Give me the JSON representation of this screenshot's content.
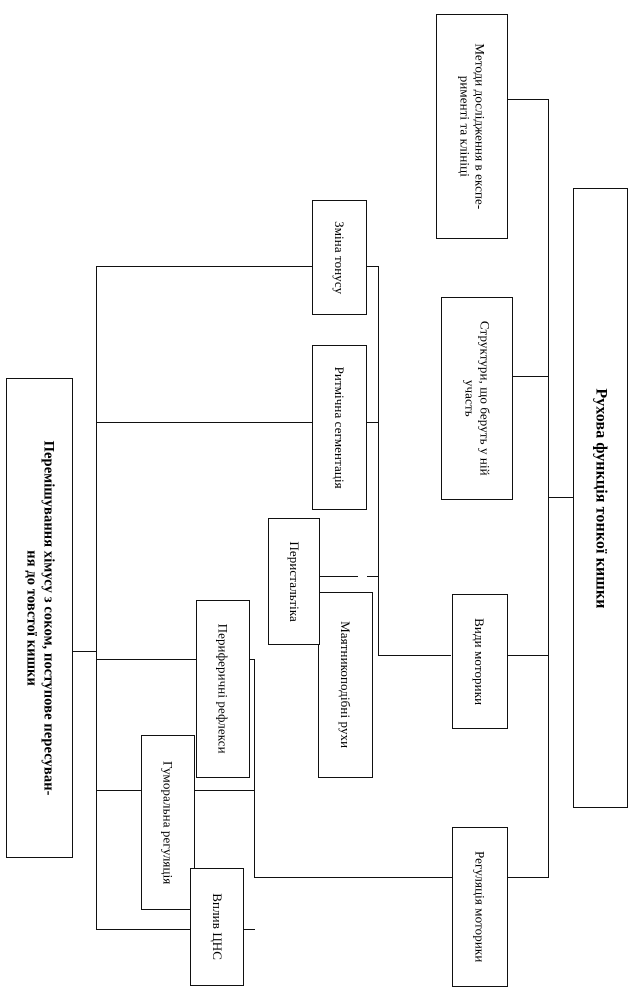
{
  "diagram": {
    "title": "Рухова функція тонкої кишки",
    "language": "uk",
    "orientation": "rotated-90-clockwise",
    "root": {
      "id": "root",
      "label": "Рухова функція тонкої кишки"
    },
    "level1": [
      {
        "id": "methods",
        "label": "Методи дослідження в експе-\nрименті та клініці"
      },
      {
        "id": "structures",
        "label": "Структури, що беруть у ній\nучасть"
      },
      {
        "id": "motility-types",
        "label": "Види моторики"
      },
      {
        "id": "motility-regulation",
        "label": "Регуляція моторики"
      }
    ],
    "level2": [
      {
        "id": "tone-change",
        "label": "Зміна тонусу",
        "parent": "motility-types"
      },
      {
        "id": "rhythmic-segmentation",
        "label": "Ритмічна сегментація",
        "parent": "motility-types"
      },
      {
        "id": "pendulum-movements",
        "label": "Маятникоподібні рухи",
        "parent": "motility-types"
      },
      {
        "id": "peristalsis",
        "label": "Перистальтіка",
        "parent": "pendulum-movements"
      },
      {
        "id": "peripheral-reflexes",
        "label": "Периферичні рефлекси",
        "parent": "motility-regulation"
      },
      {
        "id": "humoral-regulation",
        "label": "Гуморальна регуляція",
        "parent": "motility-regulation"
      },
      {
        "id": "cns-influence",
        "label": "Вплив ЦНС",
        "parent": "motility-regulation"
      }
    ],
    "outcome": {
      "id": "outcome",
      "label": "Перемішування хімусу з соком, поступове пересуван-\nня до товстої кишки"
    }
  }
}
